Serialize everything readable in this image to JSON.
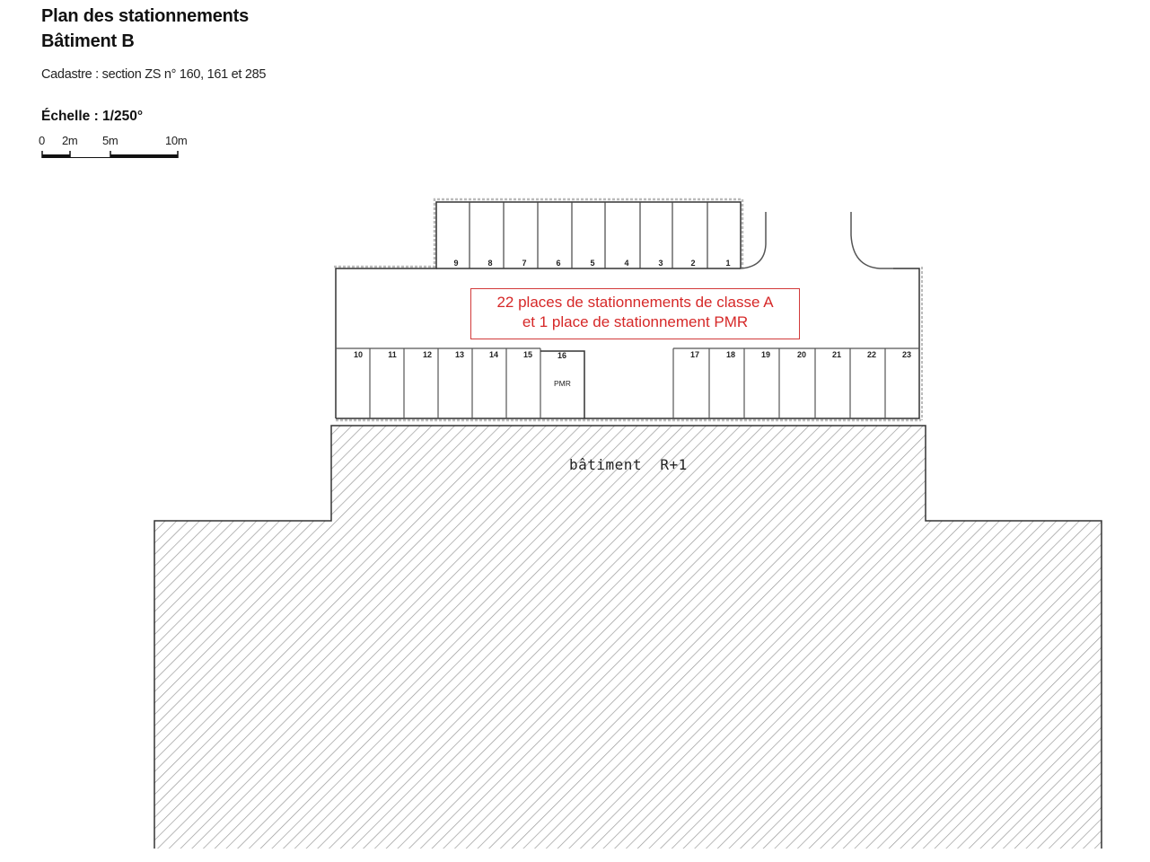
{
  "header": {
    "title_line1": "Plan des stationnements",
    "title_line2": "Bâtiment B",
    "cadastre": "Cadastre : section ZS n° 160, 161 et 285"
  },
  "scale": {
    "title": "Échelle : 1/250°",
    "labels": [
      "0",
      "2m",
      "5m",
      "10m"
    ]
  },
  "parking": {
    "note_line1": "22 places de stationnements de classe A",
    "note_line2": "et 1 place de stationnement PMR",
    "note_color": "#d62828",
    "top_row": [
      "9",
      "8",
      "7",
      "6",
      "5",
      "4",
      "3",
      "2",
      "1"
    ],
    "bottom_left_row": [
      "10",
      "11",
      "12",
      "13",
      "14",
      "15",
      "16"
    ],
    "bottom_right_row": [
      "17",
      "18",
      "19",
      "20",
      "21",
      "22",
      "23"
    ],
    "pmr_label": "PMR",
    "pmr_slot": "16"
  },
  "building": {
    "label": "bâtiment  R+1"
  }
}
